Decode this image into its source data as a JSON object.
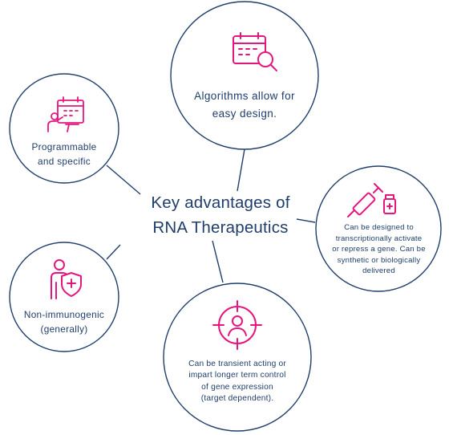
{
  "title_lines": [
    "Key advantages of",
    "RNA Therapeutics"
  ],
  "colors": {
    "navy": "#1f3e6b",
    "pink": "#e4177f"
  },
  "nodes": [
    {
      "id": "algorithms",
      "icon": "calendar-search-icon",
      "lines": [
        "Algorithms allow for",
        "easy design."
      ]
    },
    {
      "id": "programmable",
      "icon": "presenter-calendar-icon",
      "lines": [
        "Programmable",
        "and specific"
      ]
    },
    {
      "id": "designed",
      "icon": "syringe-vial-icon",
      "lines": [
        "Can be designed to",
        "transcriptionally activate",
        "or repress a gene. Can be",
        "synthetic or biologically",
        "delivered"
      ]
    },
    {
      "id": "non-immunogenic",
      "icon": "person-shield-icon",
      "lines": [
        "Non-immunogenic",
        "(generally)"
      ]
    },
    {
      "id": "transient",
      "icon": "target-person-icon",
      "lines": [
        "Can be transient acting or",
        "impart longer term control",
        "of gene expression",
        "(target dependent)."
      ]
    }
  ]
}
